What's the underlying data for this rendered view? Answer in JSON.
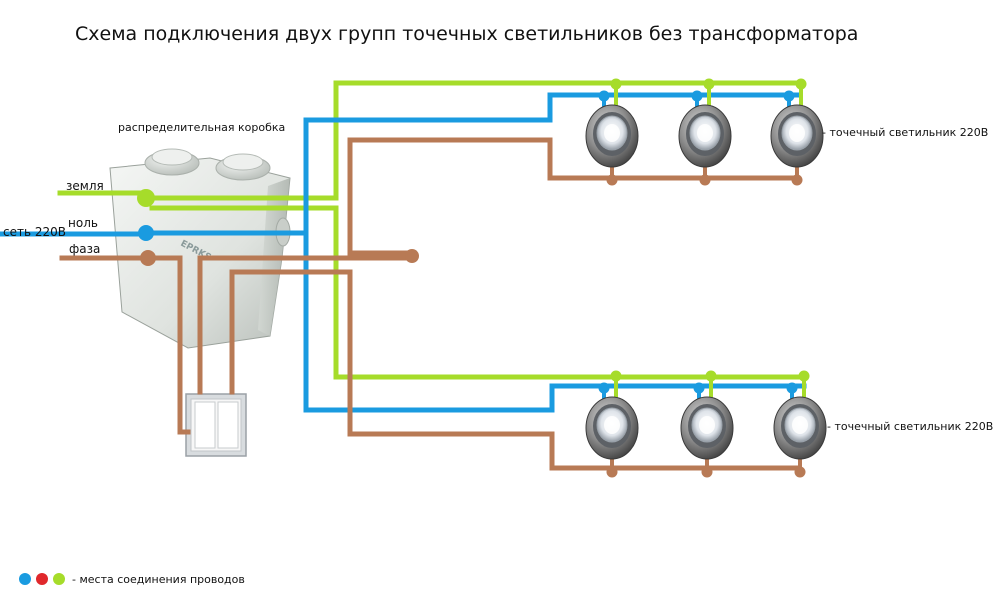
{
  "title": "Схема подключения двух групп точечных светильников без трансформатора",
  "labels": {
    "junction_box": "распределительная коробка",
    "mains": "сеть 220В",
    "ground": "земля",
    "neutral": "ноль",
    "phase": "фаза",
    "lamp_top": "- точечный светильник 220В",
    "lamp_bottom": "- точечный светильник 220В",
    "legend": "- места соединения проводов",
    "box_brand": "EPRKS"
  },
  "colors": {
    "ground": "#a6dc2a",
    "neutral": "#1a9be0",
    "phase": "#b87a55",
    "legend_blue": "#1a9be0",
    "legend_red": "#e0282c",
    "legend_green": "#a6dc2a"
  }
}
